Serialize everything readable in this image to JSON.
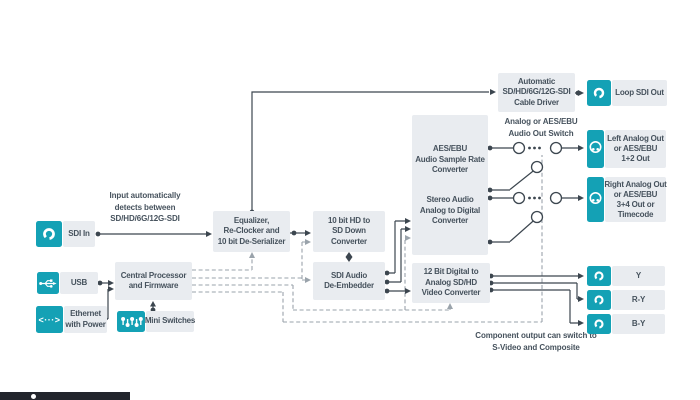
{
  "colors": {
    "teal": "#14a1b5",
    "blockbg": "#e9ecf0",
    "text": "#46525d",
    "wire": "#3c464f",
    "dashed": "#9aa3ab",
    "footer": "#22252c"
  },
  "icons": {
    "sdi_in": "bnc-connector-icon",
    "usb": "usb-icon",
    "ethernet": "ethernet-icon",
    "mini_switches": "dip-switch-icon",
    "loop_sdi": "bnc-connector-icon",
    "left_analog": "audio-jack-icon",
    "right_analog": "audio-jack-icon",
    "y": "bnc-connector-icon",
    "ry": "bnc-connector-icon",
    "by": "bnc-connector-icon"
  },
  "labels": {
    "input_note": "Input automatically\ndetects between\nSD/HD/6G/12G-SDI",
    "sdi_in": "SDI In",
    "usb": "USB",
    "ethernet": "Ethernet\nwith Power",
    "central_processor": "Central Processor\nand Firmware",
    "mini_switches": "Mini Switches",
    "equalizer": "Equalizer,\nRe-Clocker and\n10 bit De-Serializer",
    "down_converter": "10 bit HD to\nSD Down\nConverter",
    "de_embedder": "SDI Audio\nDe-Embedder",
    "aes_src": "AES/EBU\nAudio Sample Rate\nConverter",
    "stereo_adc": "Stereo Audio\nAnalog to Digital\nConverter",
    "video_converter": "12 Bit Digital to\nAnalog SD/HD\nVideo Converter",
    "cable_driver": "Automatic\nSD/HD/6G/12G-SDI\nCable Driver",
    "loop_sdi": "Loop SDI Out",
    "audio_switch_note": "Analog or AES/EBU\nAudio Out Switch",
    "left_analog": "Left Analog Out\nor AES/EBU\n1+2 Out",
    "right_analog": "Right Analog Out\nor AES/EBU\n3+4 Out or\nTimecode",
    "y_out": "Y",
    "ry_out": "R-Y",
    "by_out": "B-Y",
    "component_note": "Component output can switch to\nS-Video and Composite"
  }
}
